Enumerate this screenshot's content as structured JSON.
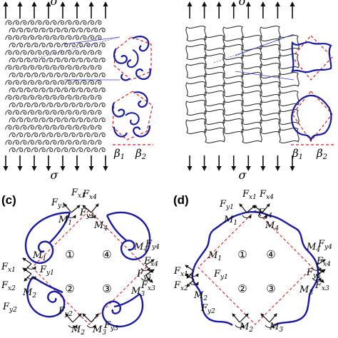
{
  "panels": {
    "a": {
      "sigma_top": "σ",
      "sigma_bottom": "σ",
      "beta1": "β",
      "beta1_sub": "1",
      "beta2": "β",
      "beta2_sub": "2"
    },
    "b": {
      "sigma_top": "σ",
      "sigma_bottom": "σ",
      "beta1": "β",
      "beta1_sub": "1",
      "beta2": "β",
      "beta2_sub": "2"
    },
    "c": {
      "tag": "(c)",
      "cells": [
        "①",
        "②",
        "③",
        "④"
      ],
      "forces": {
        "Fy1": [
          "F",
          "y1"
        ],
        "Fx1": [
          "F",
          "x1"
        ],
        "M1a": [
          "M",
          "1"
        ],
        "Fx4": [
          "F",
          "x4"
        ],
        "Fy4": [
          "F",
          "y4"
        ],
        "M4a": [
          "M",
          "4"
        ],
        "M1b": [
          "M",
          "1"
        ],
        "Fy1b": [
          "F",
          "y1"
        ],
        "Fx1b": [
          "F",
          "x1"
        ],
        "Fx2": [
          "F",
          "x2"
        ],
        "M2a": [
          "M",
          "2"
        ],
        "M4b": [
          "M",
          "4"
        ],
        "Fy4b": [
          "F",
          "y4"
        ],
        "Fx4b": [
          "F",
          "x4"
        ],
        "Fy3": [
          "F",
          "y3"
        ],
        "M3a": [
          "M",
          "3"
        ],
        "Fx3": [
          "F",
          "x3"
        ],
        "Fy2": [
          "F",
          "y2"
        ],
        "M2b": [
          "M",
          "2"
        ],
        "Fy2b": [
          "F",
          "y2"
        ],
        "M3b": [
          "M",
          "3"
        ],
        "Fy3b": [
          "F",
          "y3"
        ]
      }
    },
    "d": {
      "tag": "(d)",
      "cells": [
        "①",
        "②",
        "③",
        "④"
      ],
      "forces": {
        "Fy1": [
          "F",
          "y1"
        ],
        "Fx1": [
          "F",
          "x1"
        ],
        "M1a": [
          "M",
          "1"
        ],
        "Fx4": [
          "F",
          "x4"
        ],
        "Fy4": [
          "F",
          "y4"
        ],
        "M4a": [
          "M",
          "4"
        ],
        "M1b": [
          "M",
          "1"
        ],
        "Fy1b": [
          "F",
          "y1"
        ],
        "Fx1b": [
          "F",
          "x1"
        ],
        "Fx2": [
          "F",
          "x2"
        ],
        "M2a": [
          "M",
          "2"
        ],
        "M4b": [
          "M",
          "4"
        ],
        "Fy4b": [
          "F",
          "y4"
        ],
        "Fx4b": [
          "F",
          "x4"
        ],
        "Fy3": [
          "F",
          "y3"
        ],
        "M3a": [
          "M",
          "3"
        ],
        "Fx3": [
          "F",
          "x3"
        ],
        "Fy2": [
          "F",
          "y2"
        ],
        "M2b": [
          "M",
          "2"
        ],
        "M3b": [
          "M",
          "3"
        ]
      }
    }
  },
  "colors": {
    "ink": "#111111",
    "blue": "#1a1a9e",
    "red": "#d42020"
  }
}
